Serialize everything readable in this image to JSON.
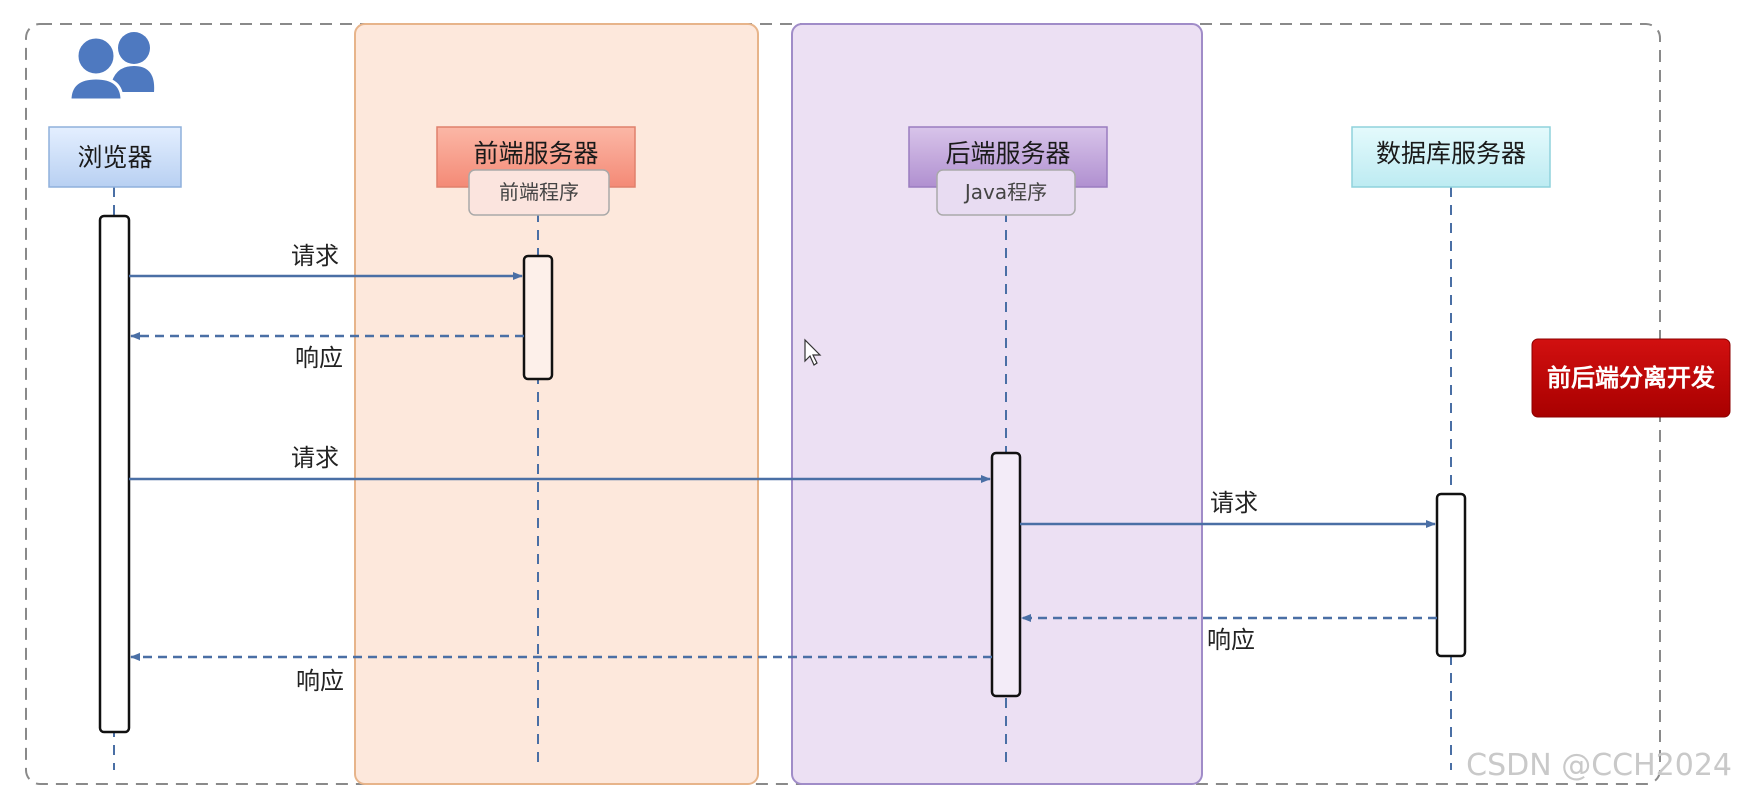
{
  "participants": {
    "browser": "浏览器",
    "frontend": "前端服务器",
    "frontend_program": "前端程序",
    "backend": "后端服务器",
    "backend_program": "Java程序",
    "database": "数据库服务器"
  },
  "messages": {
    "req1": "请求",
    "resp1": "响应",
    "req2": "请求",
    "req3": "请求",
    "resp3": "响应",
    "resp2": "响应"
  },
  "tag": "前后端分离开发",
  "icons": {
    "users": "users-icon",
    "cursor": "mouse-cursor-icon"
  },
  "colors": {
    "frontend_zone": "#fde8dc",
    "backend_zone": "#ece0f3",
    "frontend_header": "#f79a86",
    "backend_header": "#b99ad4",
    "database_header": "#c8f0f5",
    "browser_header": "#c9ddf6",
    "tag_bg": "#c00000",
    "arrow": "#4a6fa5"
  },
  "watermark": "CSDN @CCH2024"
}
